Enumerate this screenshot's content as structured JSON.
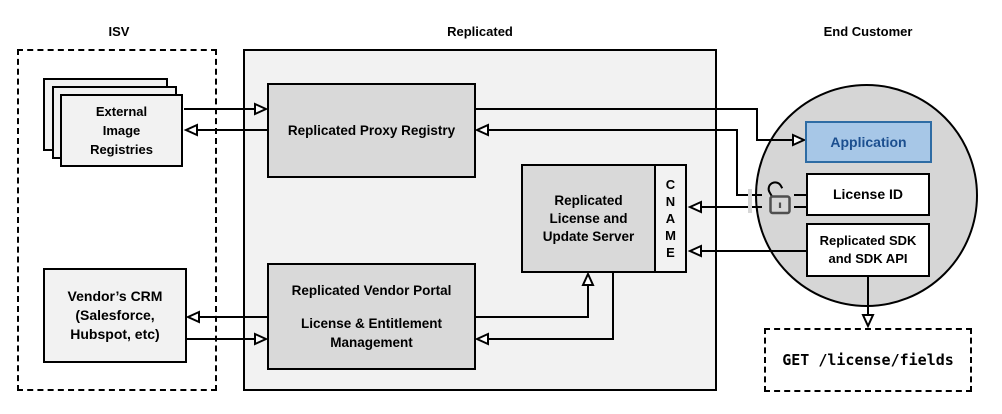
{
  "section_labels": {
    "isv": "ISV",
    "replicated": "Replicated",
    "end_customer": "End Customer"
  },
  "isv": {
    "external_registries": {
      "line1": "External",
      "line2": "Image",
      "line3": "Registries"
    },
    "vendor_crm": {
      "line1": "Vendor’s CRM",
      "line2": "(Salesforce,",
      "line3": "Hubspot, etc)"
    }
  },
  "replicated": {
    "proxy_registry": {
      "label": "Replicated Proxy Registry"
    },
    "vendor_portal": {
      "title": "Replicated Vendor Portal",
      "line1": "License & Entitlement",
      "line2": "Management"
    },
    "license_update_server": {
      "line1": "Replicated",
      "line2": "License and",
      "line3": "Update Server"
    },
    "cname": {
      "letters": [
        "C",
        "N",
        "A",
        "M",
        "E"
      ]
    }
  },
  "end_customer": {
    "application": {
      "label": "Application"
    },
    "license_id": {
      "label": "License ID"
    },
    "sdk": {
      "line1": "Replicated SDK",
      "line2": "and SDK API"
    },
    "get_request": {
      "label": "GET /license/fields"
    },
    "icons": {
      "unlock": "open-padlock"
    }
  },
  "colors": {
    "background": "#ffffff",
    "line": "#000000",
    "section_fill": "#f2f2f2",
    "inner_box_fill": "#d9d9d9",
    "light_box_fill": "#f2f2f2",
    "circle_fill": "#d6d6d6",
    "application_fill": "#a7c7e7",
    "application_border": "#2e6ca4",
    "application_text": "#1c4f8f",
    "lock": "#4f4f4f"
  }
}
